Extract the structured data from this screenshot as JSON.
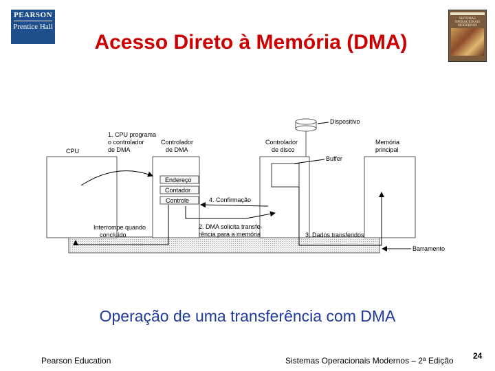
{
  "logo": {
    "line1": "PEARSON",
    "line2": "Prentice Hall"
  },
  "book": {
    "title": "SISTEMAS OPERACIONAIS MODERNOS"
  },
  "title": "Acesso Direto à Memória (DMA)",
  "caption": "Operação de uma transferência com DMA",
  "footer": {
    "left": "Pearson Education",
    "right": "Sistemas Operacionais Modernos – 2ª Edição",
    "page": "24"
  },
  "diagram": {
    "cpu_label": "CPU",
    "dma_label_1": "Controlador",
    "dma_label_2": "de DMA",
    "disk_ctrl_label_1": "Controlador",
    "disk_ctrl_label_2": "de disco",
    "memory_label_1": "Memória",
    "memory_label_2": "principal",
    "device_label": "Dispositivo",
    "buffer_label": "Buffer",
    "bus_label": "Barramento",
    "registers": [
      "Endereço",
      "Contador",
      "Controle"
    ],
    "step1_line1": "1. CPU programa",
    "step1_line2": "o controlador",
    "step1_line3": "de DMA",
    "step2_line1": "2. DMA solicita transfe-",
    "step2_line2": "rência para a memória",
    "step3": "3. Dados transferidos",
    "step4": "4. Confirmação",
    "interrupt_line1": "Interrompe quando",
    "interrupt_line2": "concluído"
  }
}
